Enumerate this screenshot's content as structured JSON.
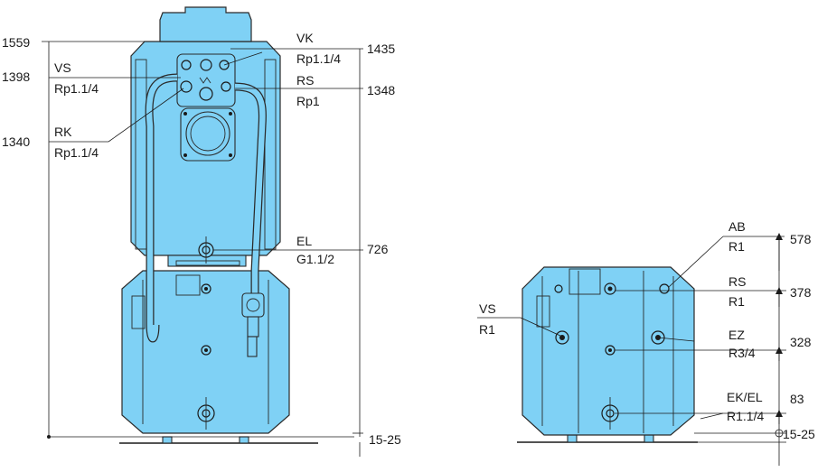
{
  "colors": {
    "unit_fill": "#7fd1f5",
    "line": "#1a1a1a"
  },
  "left_view": {
    "dimensions": {
      "height_total": "1559",
      "vs_height": "1398",
      "rk_height": "1340",
      "vk_height": "1435",
      "rs_height": "1348",
      "el_height": "726",
      "feet": "15-25"
    },
    "connections": {
      "vk": {
        "code": "VK",
        "thread": "Rp1.1/4"
      },
      "vs": {
        "code": "VS",
        "thread": "Rp1.1/4"
      },
      "rs": {
        "code": "RS",
        "thread": "Rp1"
      },
      "rk": {
        "code": "RK",
        "thread": "Rp1.1/4"
      },
      "el": {
        "code": "EL",
        "thread": "G1.1/2"
      }
    }
  },
  "right_view": {
    "dimensions": {
      "ab_height": "578",
      "rs_height": "378",
      "ez_height": "328",
      "ek_height": "83",
      "feet": "15-25"
    },
    "connections": {
      "ab": {
        "code": "AB",
        "thread": "R1"
      },
      "rs": {
        "code": "RS",
        "thread": "R1"
      },
      "vs": {
        "code": "VS",
        "thread": "R1"
      },
      "ez": {
        "code": "EZ",
        "thread": "R3/4"
      },
      "ekel": {
        "code": "EK/EL",
        "thread": "R1.1/4"
      }
    }
  }
}
